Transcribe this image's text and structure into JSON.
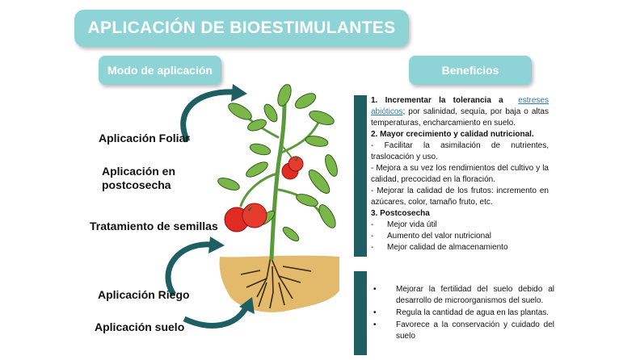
{
  "title": "APLICACIÓN DE BIOESTIMULANTES",
  "left_header": "Modo de aplicación",
  "right_header": "Beneficios",
  "methods": {
    "foliar": "Aplicación Foliar",
    "postcosecha_1": "Aplicación en",
    "postcosecha_2": "postcosecha",
    "semillas": "Tratamiento de semillas",
    "riego": "Aplicación Riego",
    "suelo": "Aplicación suelo"
  },
  "benefits": {
    "b1_head": "1. Incrementar la tolerancia a",
    "b1_link": "estreses abióticos",
    "b1_rest": "; por salinidad, sequía, por baja o altas temperaturas, encharcamiento en suelo.",
    "b2_head": "2. Mayor crecimiento y calidad nutricional.",
    "b2_items": [
      "- Facilitar la asimilación de nutrientes, traslocación y uso.",
      "- Mejora a su vez los rendimientos del cultivo y la calidad, precocidad en la floración.",
      "- Mejorar la calidad de los frutos: incremento en azúcares, color, tamaño fruto, etc."
    ],
    "b3_head": "3. Postcosecha",
    "b3_items": [
      "Mejor vida útil",
      "Aumento del valor nutricional",
      "Mejor calidad de almacenamiento"
    ]
  },
  "soil_benefits": [
    "Mejorar la fertilidad del suelo debido al desarrollo de microorganismos del suelo.",
    "Regula la cantidad de agua en las plantas.",
    "Favorece a la conservación y cuidado del suelo"
  ],
  "colors": {
    "accent": "#8ed4d6",
    "bar": "#1f5f63",
    "arrow": "#1f5f63",
    "stem": "#5a9a3a",
    "leaf": "#7ab648",
    "fruit": "#e02a24",
    "soil": "#e0b76a"
  }
}
